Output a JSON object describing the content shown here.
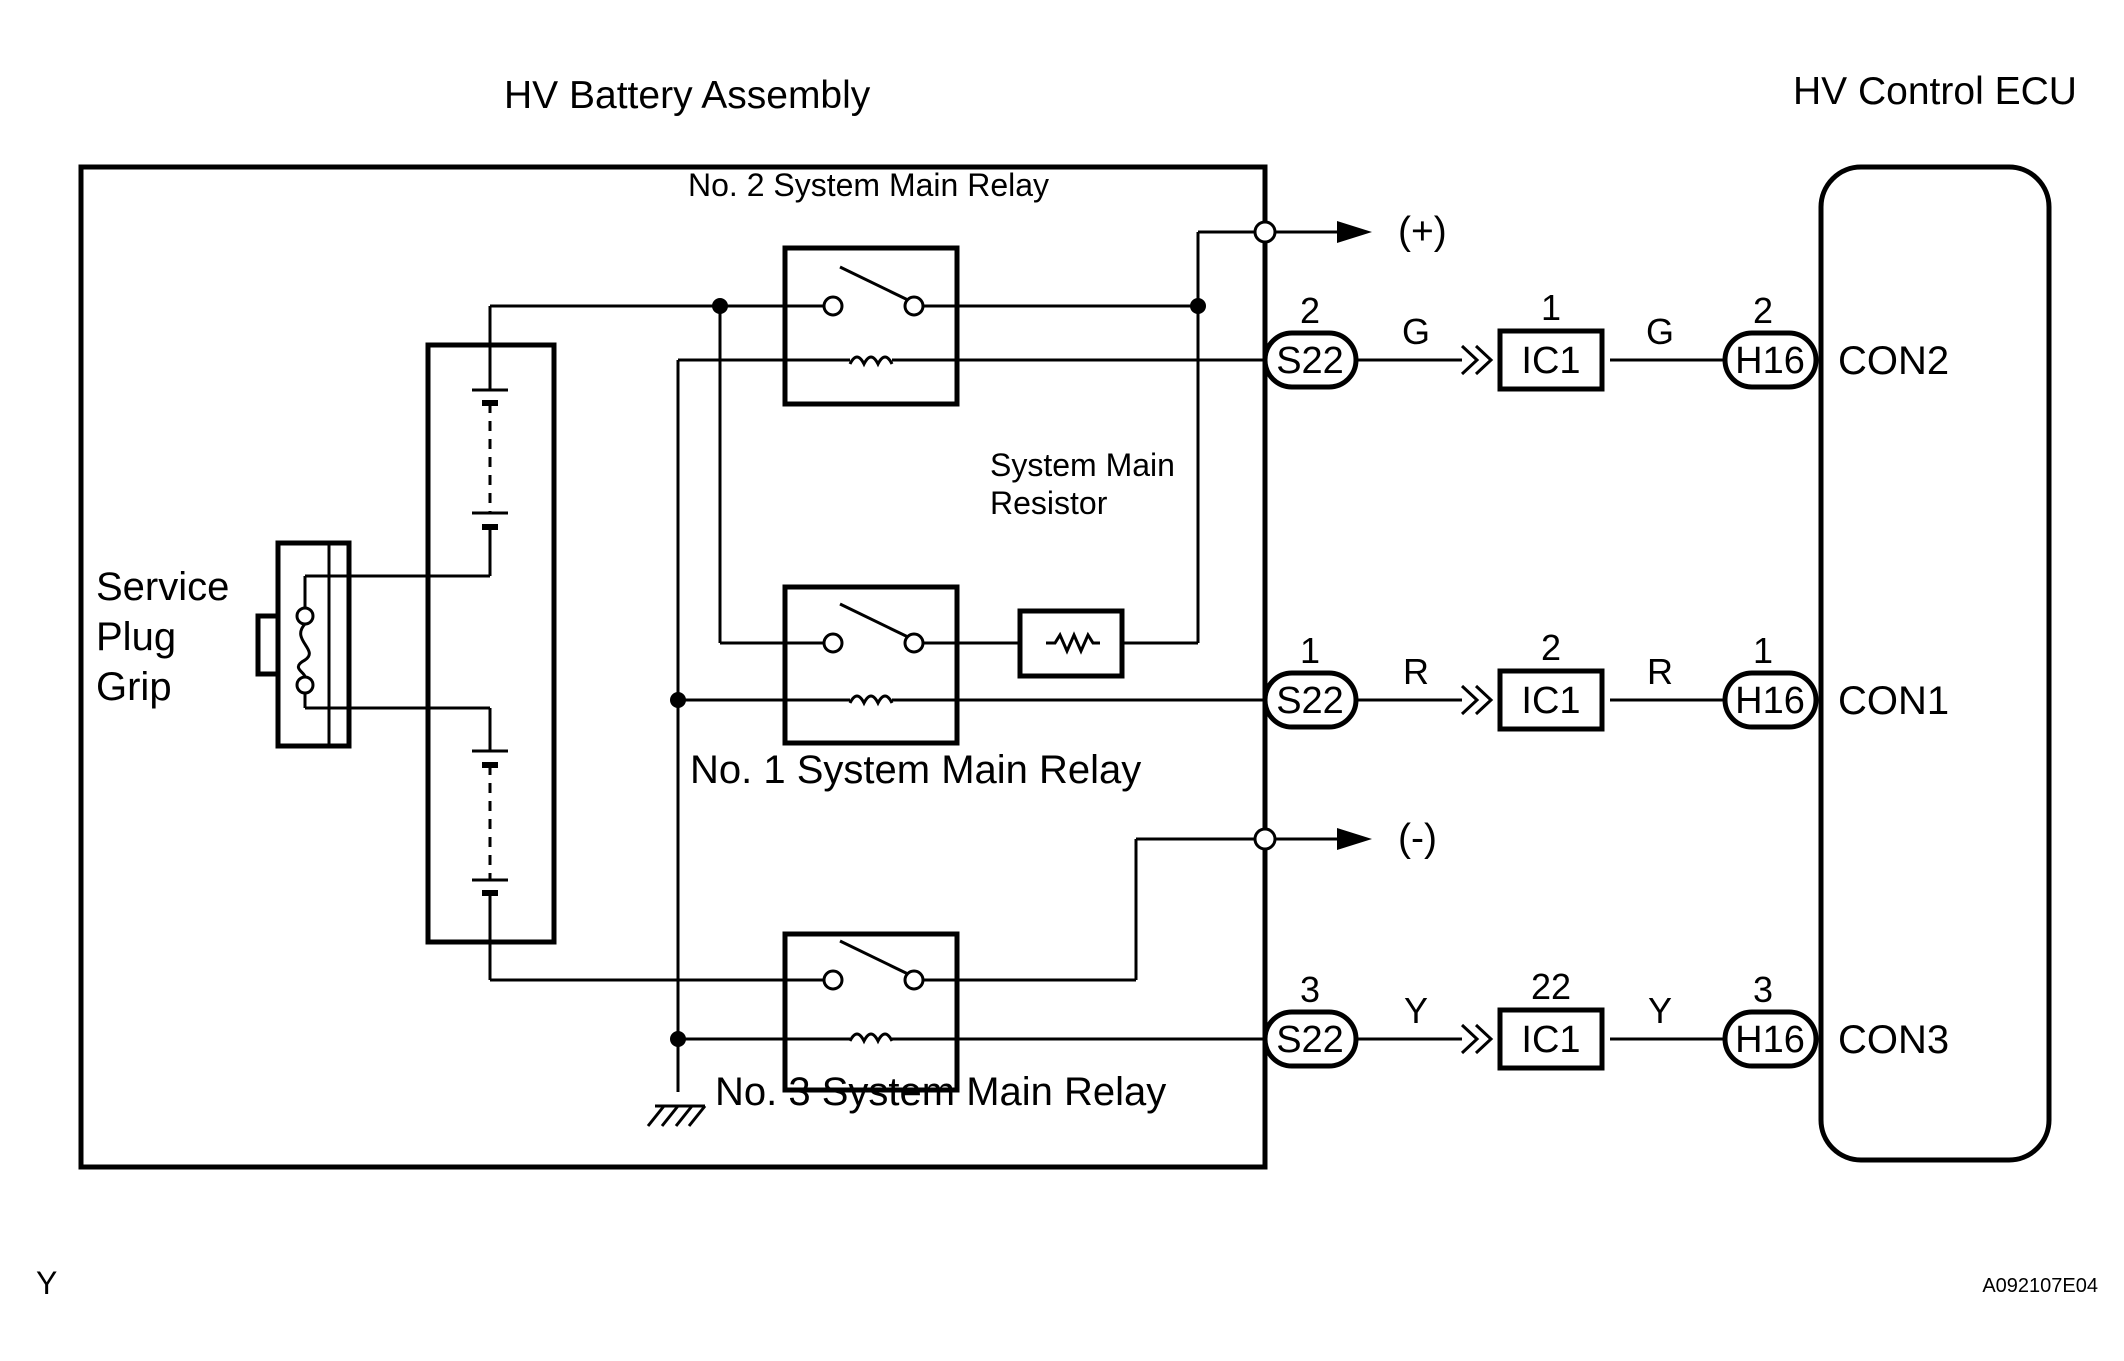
{
  "titles": {
    "battery_assembly": "HV Battery Assembly",
    "ecu": "HV Control ECU"
  },
  "components": {
    "relay_no2": "No. 2 System Main Relay",
    "relay_no1": "No. 1 System Main Relay",
    "relay_no3": "No. 3 System Main Relay",
    "resistor_line1": "System Main",
    "resistor_line2": "Resistor",
    "plug_line1": "Service",
    "plug_line2": "Plug",
    "plug_line3": "Grip"
  },
  "terminals": {
    "positive": "(+)",
    "negative": "(-)"
  },
  "circuits": [
    {
      "battery_connector": "S22",
      "battery_pin": "2",
      "wire_color_1": "G",
      "junction_connector": "IC1",
      "junction_pin": "1",
      "wire_color_2": "G",
      "ecu_connector": "H16",
      "ecu_pin": "2",
      "ecu_terminal": "CON2"
    },
    {
      "battery_connector": "S22",
      "battery_pin": "1",
      "wire_color_1": "R",
      "junction_connector": "IC1",
      "junction_pin": "2",
      "wire_color_2": "R",
      "ecu_connector": "H16",
      "ecu_pin": "1",
      "ecu_terminal": "CON1"
    },
    {
      "battery_connector": "S22",
      "battery_pin": "3",
      "wire_color_1": "Y",
      "junction_connector": "IC1",
      "junction_pin": "22",
      "wire_color_2": "Y",
      "ecu_connector": "H16",
      "ecu_pin": "3",
      "ecu_terminal": "CON3"
    }
  ],
  "footer": {
    "left_code": "Y",
    "figure_id": "A092107E04"
  }
}
